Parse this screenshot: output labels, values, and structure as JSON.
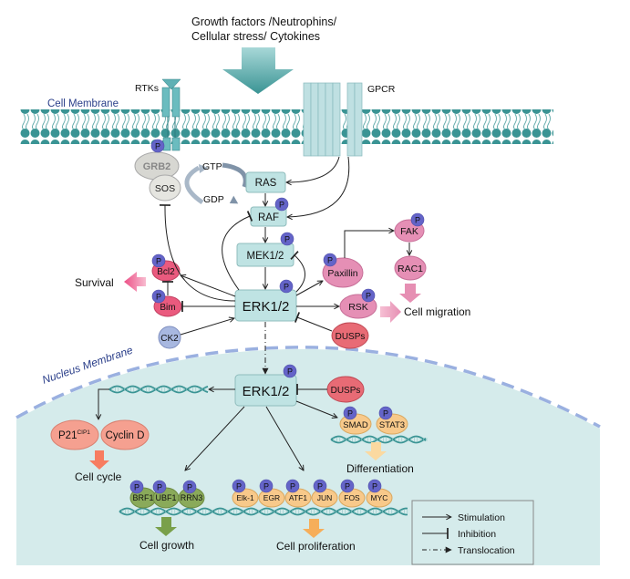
{
  "header": {
    "stimuli_line1": "Growth factors /Neutrophins/",
    "stimuli_line2": "Cellular stress/ Cytokines"
  },
  "membranes": {
    "cell": "Cell Membrane",
    "nucleus": "Nucleus Membrane"
  },
  "receptors": {
    "rtk": "RTKs",
    "gpcr": "GPCR"
  },
  "phospho_label": "P",
  "nodes": {
    "grb2": "GRB2",
    "sos": "SOS",
    "gtp": "GTP",
    "gdp": "GDP",
    "ras": "RAS",
    "raf": "RAF",
    "mek": "MEK1/2",
    "erk_cyto": "ERK1/2",
    "bcl2": "Bcl2",
    "bim": "Bim",
    "ck2": "CK2",
    "paxillin": "Paxillin",
    "fak": "FAK",
    "rac1": "RAC1",
    "rsk": "RSK",
    "dusps_cyto": "DUSPs",
    "erk_nuc": "ERK1/2",
    "dusps_nuc": "DUSPs",
    "p21": "P21",
    "p21_sup": "CIP1",
    "cyclin_d": "Cyclin D",
    "smad": "SMAD",
    "stat3": "STAT3",
    "growth_factors": [
      "BRF1",
      "UBF1",
      "RRN3"
    ],
    "prolif_factors": [
      "Elk-1",
      "EGR",
      "ATF1",
      "JUN",
      "FOS",
      "MYC"
    ]
  },
  "outcomes": {
    "survival": "Survival",
    "migration": "Cell migration",
    "cell_cycle": "Cell cycle",
    "differentiation": "Differentiation",
    "growth": "Cell growth",
    "proliferation": "Cell proliferation"
  },
  "legend": {
    "items": [
      "Stimulation",
      "Inhibition",
      "Translocation"
    ]
  },
  "colors": {
    "teal_membrane": "#3a9494",
    "kinase_box": "#bfe3e3",
    "phospho": "#6464c8",
    "pink": "#e58fb5",
    "red": "#e86070",
    "salmon": "#f5a090",
    "orange": "#f8c98a",
    "green": "#8aaa5a",
    "nucleus_bg": "#d5ebeb"
  }
}
